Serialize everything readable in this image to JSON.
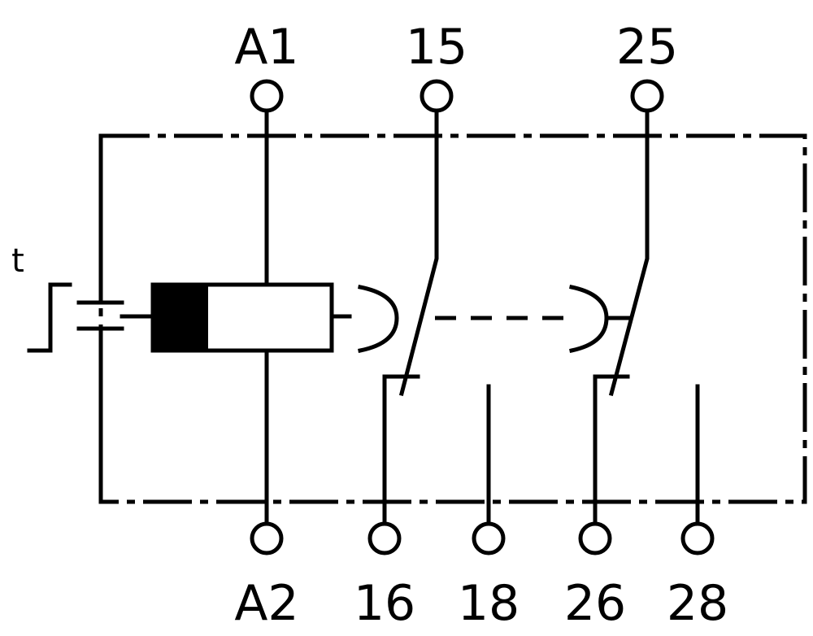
{
  "terminals": {
    "a1": "A1",
    "t15": "15",
    "t25": "25",
    "a2": "A2",
    "t16": "16",
    "t18": "18",
    "t26": "26",
    "t28": "28"
  },
  "timer_symbol": "t"
}
